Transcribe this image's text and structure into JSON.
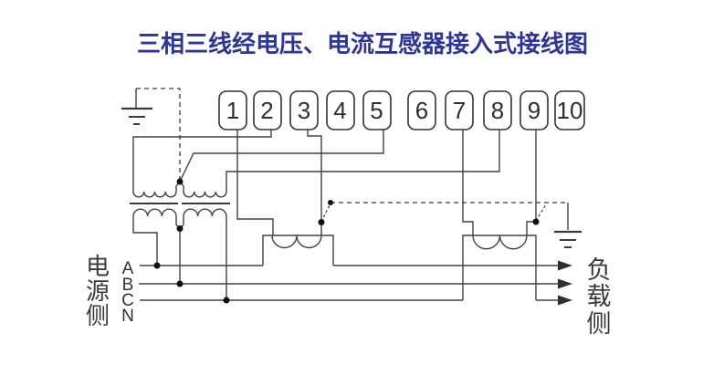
{
  "title": "三相三线经电压、电流互感器接入式接线图",
  "title_color": "#2d3597",
  "colors": {
    "wire": "#424242",
    "junction_dot": "#101010",
    "background": "#ffffff"
  },
  "terminal_strip": {
    "labels": [
      "1",
      "2",
      "3",
      "4",
      "5",
      "6",
      "7",
      "8",
      "9",
      "10"
    ]
  },
  "source_side": {
    "label_chars": [
      "电",
      "源",
      "侧"
    ],
    "phases": [
      "A",
      "B",
      "C",
      "N"
    ]
  },
  "load_side": {
    "label_chars": [
      "负",
      "载",
      "侧"
    ]
  },
  "icons": {
    "ground_left": "earth-ground-symbol",
    "ground_right": "earth-ground-symbol",
    "pt_windings": "transformer-coil-arcs",
    "ct_windings": "current-transformer-arcs",
    "load_arrows": "right-arrowhead"
  }
}
